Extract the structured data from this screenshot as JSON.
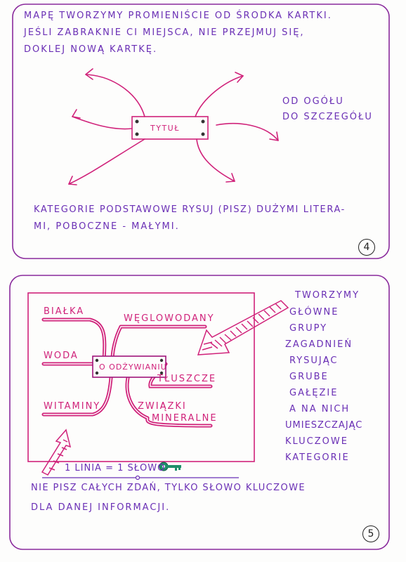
{
  "panel1": {
    "instruction_lines": [
      "MAPĘ TWORZYMY PROMIENIŚCIE OD ŚRODKA KARTKI.",
      "JEŚLI ZABRAKNIE CI MIEJSCA, NIE PRZEJMUJ SIĘ,",
      "DOKLEJ NOWĄ KARTKĘ."
    ],
    "center_label": "TYTUŁ",
    "side_note_lines": [
      "OD OGÓŁU",
      "DO SZCZEGÓŁU"
    ],
    "category_lines": [
      "KATEGORIE PODSTAWOWE RYSUJ (PISZ) DUŻYMI LITERA-",
      "MI, POBOCZNE - MAŁYMI."
    ],
    "page_number": "4"
  },
  "panel2": {
    "center_label": "O ODŻYWIANIU",
    "branches": {
      "top_left": "BIAŁKA",
      "top_right": "WĘGLOWODANY",
      "mid_left": "WODA",
      "mid_right": "TŁUSZCZE",
      "bottom_left": "WITAMINY",
      "bottom_right_line1": "ZWIĄZKI",
      "bottom_right_line2": "MINERALNE"
    },
    "rule_text": "1 LINIA = 1 SŁOWO",
    "right_note_lines": [
      "TWORZYMY",
      "GŁÓWNE",
      "GRUPY",
      "ZAGADNIEŃ",
      "RYSUJĄC",
      "GRUBE",
      "GAŁĘZIE",
      "A NA NICH",
      "UMIESZCZAJĄC",
      "KLUCZOWE",
      "KATEGORIE"
    ],
    "bottom_lines": [
      "NIE PISZ CAŁYCH ZDAŃ, TYLKO SŁOWO KLUCZOWE",
      "DLA DANEJ INFORMACJI."
    ],
    "page_number": "5"
  },
  "colors": {
    "ink_purple": "#6a2fb5",
    "ink_pink": "#d0227a",
    "ink_magenta": "#a0157a",
    "key_green": "#1e8f6a"
  }
}
